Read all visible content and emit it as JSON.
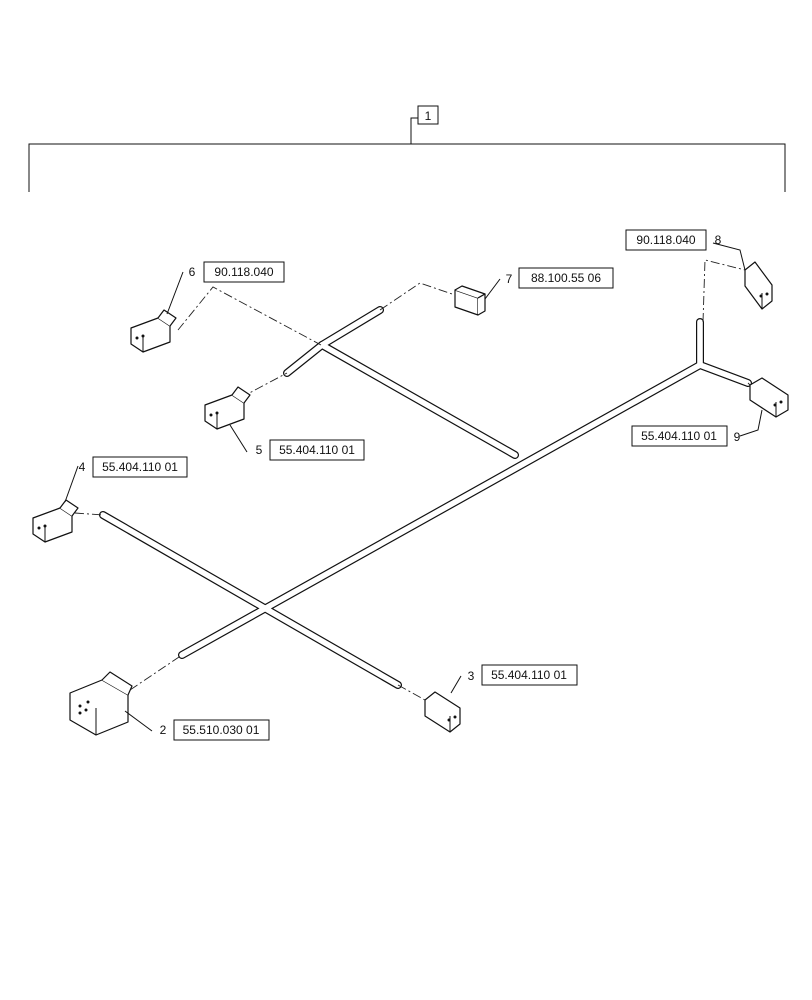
{
  "assembly": {
    "item_number": "1"
  },
  "callouts": [
    {
      "id": "c2",
      "number": "2",
      "ref": "55.510.030 01"
    },
    {
      "id": "c3",
      "number": "3",
      "ref": "55.404.110 01"
    },
    {
      "id": "c4",
      "number": "4",
      "ref": "55.404.110 01"
    },
    {
      "id": "c5",
      "number": "5",
      "ref": "55.404.110 01"
    },
    {
      "id": "c6",
      "number": "6",
      "ref": "90.118.040"
    },
    {
      "id": "c7",
      "number": "7",
      "ref": "88.100.55 06"
    },
    {
      "id": "c8",
      "number": "8",
      "ref": "90.118.040"
    },
    {
      "id": "c9",
      "number": "9",
      "ref": "55.404.110 01"
    }
  ]
}
